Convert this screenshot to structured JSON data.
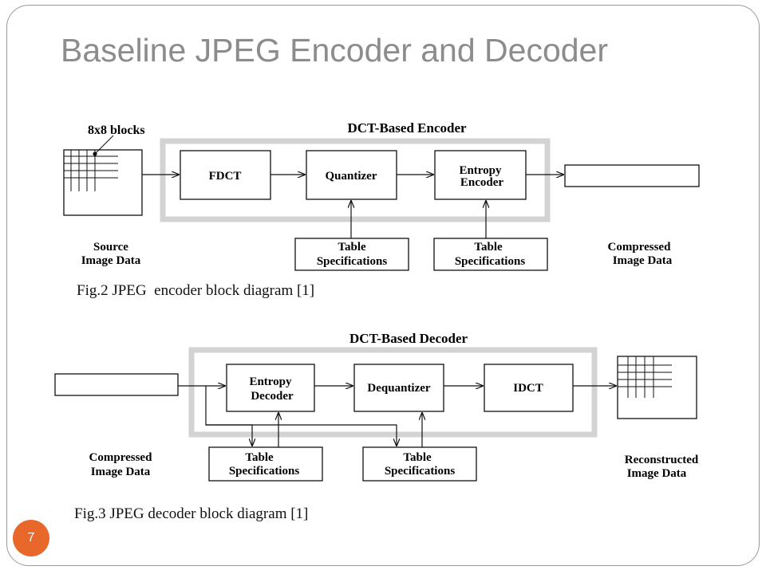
{
  "slide": {
    "title": "Baseline JPEG Encoder and Decoder",
    "page_number": "7"
  },
  "encoder": {
    "group_label": "DCT-Based Encoder",
    "blocks_label": "8x8 blocks",
    "fdct": "FDCT",
    "quantizer": "Quantizer",
    "entropy_line1": "Entropy",
    "entropy_line2": "Encoder",
    "table1_line1": "Table",
    "table1_line2": "Specifications",
    "table2_line1": "Table",
    "table2_line2": "Specifications",
    "source_line1": "Source",
    "source_line2": "Image Data",
    "compressed_line1": "Compressed",
    "compressed_line2": "Image Data",
    "caption": "Fig.2 JPEG  encoder block diagram [1]"
  },
  "decoder": {
    "group_label": "DCT-Based Decoder",
    "entropy_line1": "Entropy",
    "entropy_line2": "Decoder",
    "dequantizer": "Dequantizer",
    "idct": "IDCT",
    "table1_line1": "Table",
    "table1_line2": "Specifications",
    "table2_line1": "Table",
    "table2_line2": "Specifications",
    "compressed_line1": "Compressed",
    "compressed_line2": "Image Data",
    "reconstructed_line1": "Reconstructed",
    "reconstructed_line2": "Image Data",
    "caption": "Fig.3 JPEG decoder block diagram [1]"
  }
}
